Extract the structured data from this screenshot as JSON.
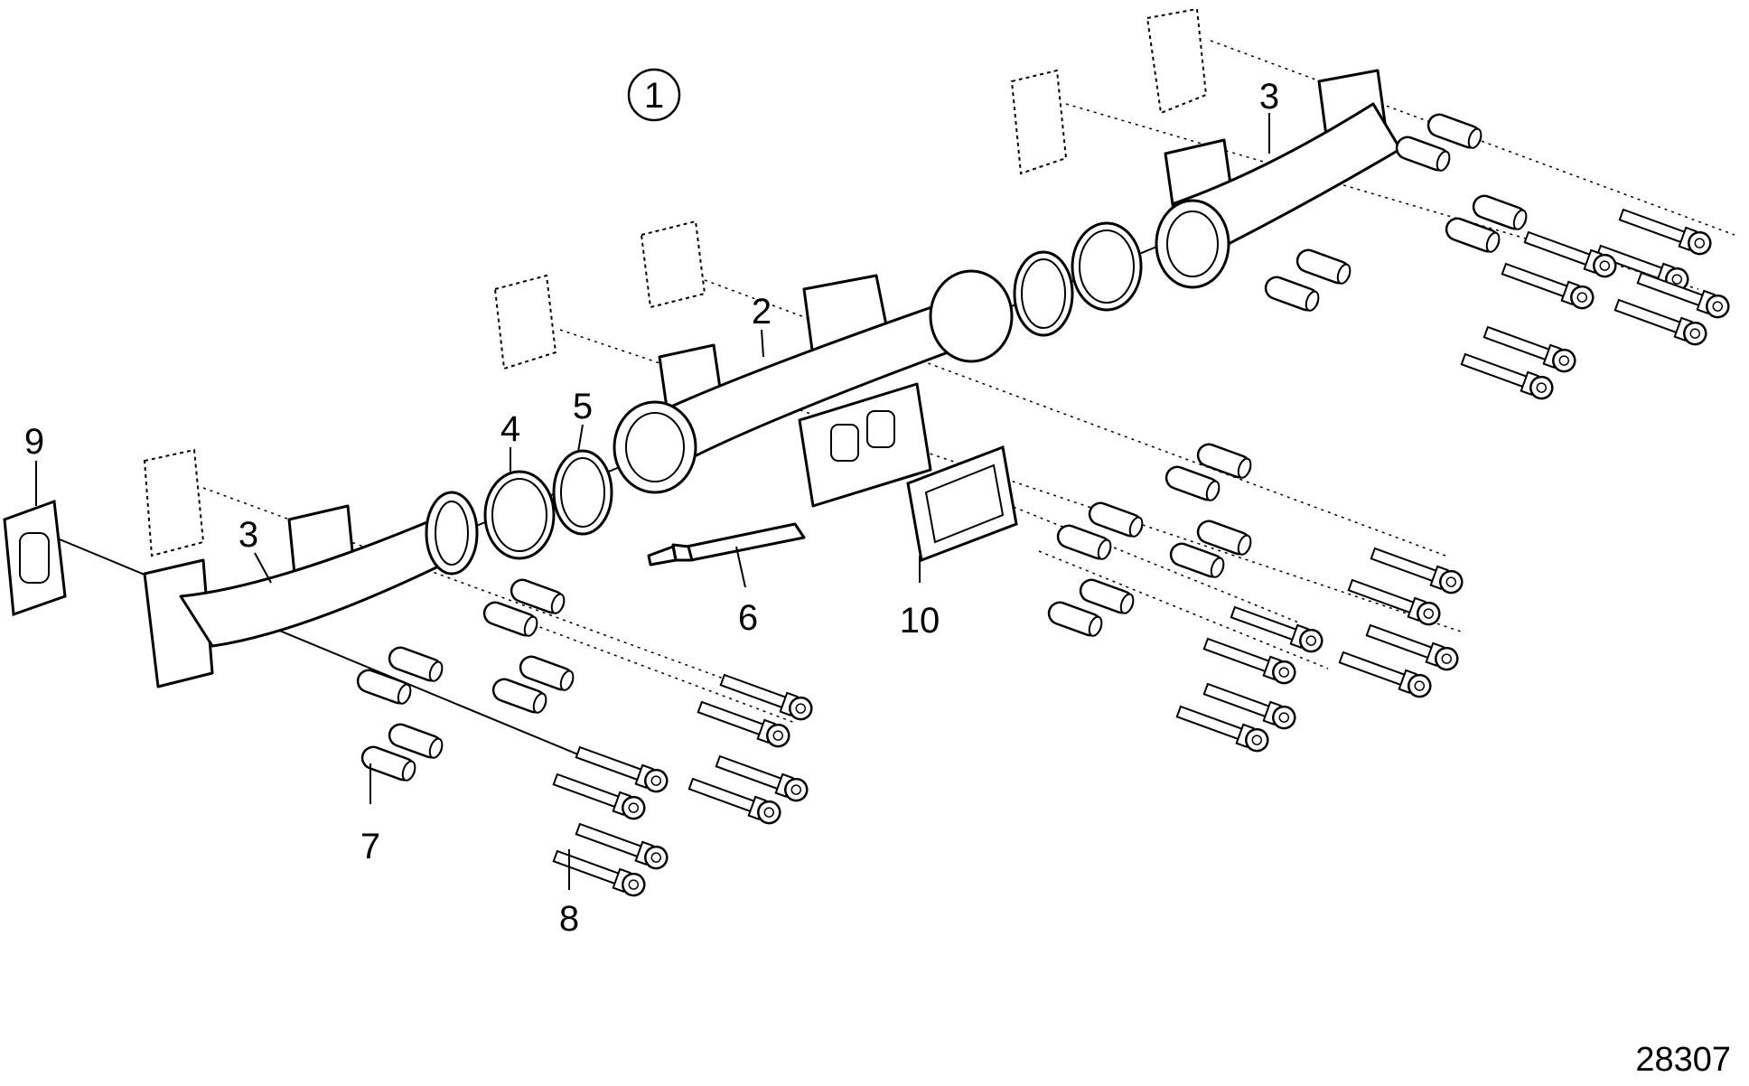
{
  "diagram": {
    "assembly_callout": "1",
    "figure_number": "28307",
    "callouts": {
      "c2": "2",
      "c3_left": "3",
      "c3_right": "3",
      "c4": "4",
      "c5": "5",
      "c6": "6",
      "c7": "7",
      "c8": "8",
      "c9": "9",
      "c10": "10"
    },
    "colors": {
      "line": "#000000",
      "background": "#ffffff"
    }
  }
}
